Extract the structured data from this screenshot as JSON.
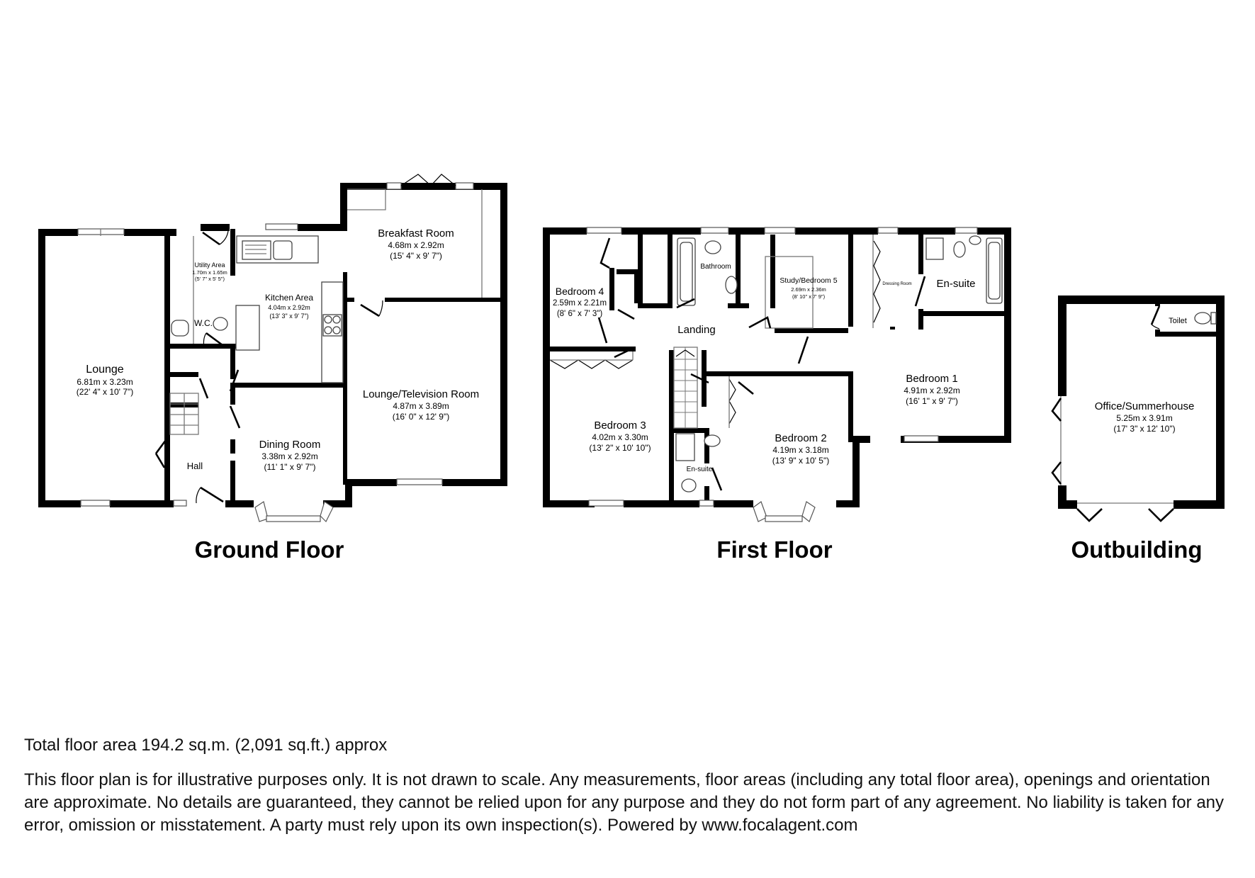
{
  "floors": {
    "ground": {
      "title": "Ground Floor",
      "rooms": {
        "lounge": {
          "name": "Lounge",
          "metric": "6.81m x 3.23m",
          "imperial": "(22' 4\" x 10' 7\")"
        },
        "utility": {
          "name": "Utility Area",
          "metric": "1.70m x 1.65m",
          "imperial": "(5' 7\" x 5' 5\")"
        },
        "kitchen": {
          "name": "Kitchen Area",
          "metric": "4.04m x 2.92m",
          "imperial": "(13' 3\" x 9' 7\")"
        },
        "breakfast": {
          "name": "Breakfast Room",
          "metric": "4.68m x 2.92m",
          "imperial": "(15' 4\" x 9' 7\")"
        },
        "wc": {
          "name": "W.C."
        },
        "hall": {
          "name": "Hall"
        },
        "dining": {
          "name": "Dining Room",
          "metric": "3.38m x 2.92m",
          "imperial": "(11' 1\" x 9' 7\")"
        },
        "tv": {
          "name": "Lounge/Television Room",
          "metric": "4.87m x 3.89m",
          "imperial": "(16' 0\" x 12' 9\")"
        }
      }
    },
    "first": {
      "title": "First Floor",
      "rooms": {
        "bed4": {
          "name": "Bedroom 4",
          "metric": "2.59m x 2.21m",
          "imperial": "(8' 6\" x 7' 3\")"
        },
        "bathroom": {
          "name": "Bathroom"
        },
        "study": {
          "name": "Study/Bedroom 5",
          "metric": "2.69m x 2.36m",
          "imperial": "(8' 10\" x 7' 9\")"
        },
        "dressing": {
          "name": "Dressing Room"
        },
        "ensuite1": {
          "name": "En-suite"
        },
        "landing": {
          "name": "Landing"
        },
        "bed1": {
          "name": "Bedroom 1",
          "metric": "4.91m x 2.92m",
          "imperial": "(16' 1\" x 9' 7\")"
        },
        "bed3": {
          "name": "Bedroom 3",
          "metric": "4.02m x 3.30m",
          "imperial": "(13' 2\" x 10' 10\")"
        },
        "bed2": {
          "name": "Bedroom 2",
          "metric": "4.19m x 3.18m",
          "imperial": "(13' 9\" x 10' 5\")"
        },
        "ensuite2": {
          "name": "En-suite"
        }
      }
    },
    "outbuilding": {
      "title": "Outbuilding",
      "rooms": {
        "office": {
          "name": "Office/Summerhouse",
          "metric": "5.25m x 3.91m",
          "imperial": "(17' 3\" x 12' 10\")"
        },
        "toilet": {
          "name": "Toilet"
        }
      }
    }
  },
  "footer": {
    "total_area": "Total floor area 194.2 sq.m. (2,091 sq.ft.) approx",
    "disclaimer": "This floor plan is for illustrative purposes only. It is not drawn to scale. Any measurements, floor areas (including any total floor area), openings and orientation are approximate. No details are guaranteed, they cannot be relied upon for any purpose and they do not form part of any agreement. No liability is taken for any error, omission or misstatement. A party must rely upon its own inspection(s). Powered by www.focalagent.com"
  },
  "colors": {
    "wall": "#000000",
    "background": "#ffffff",
    "fixture_line": "#444444"
  }
}
